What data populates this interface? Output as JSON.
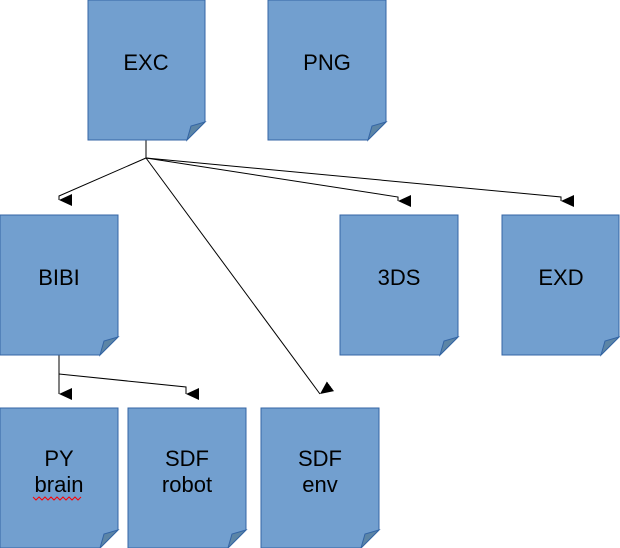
{
  "diagram": {
    "nodes": {
      "exc": {
        "lines": [
          "EXC"
        ]
      },
      "png": {
        "lines": [
          "PNG"
        ]
      },
      "bibi": {
        "lines": [
          "BIBI"
        ]
      },
      "threeds": {
        "lines": [
          "3DS"
        ]
      },
      "exd": {
        "lines": [
          "EXD"
        ]
      },
      "py_brain": {
        "lines": [
          "PY",
          "brain"
        ]
      },
      "sdf_robot": {
        "lines": [
          "SDF",
          "robot"
        ]
      },
      "sdf_env": {
        "lines": [
          "SDF",
          "env"
        ]
      }
    },
    "edges": [
      {
        "from": "exc",
        "to": "bibi"
      },
      {
        "from": "exc",
        "to": "sdf_env"
      },
      {
        "from": "exc",
        "to": "threeds"
      },
      {
        "from": "exc",
        "to": "exd"
      },
      {
        "from": "bibi",
        "to": "py_brain"
      },
      {
        "from": "bibi",
        "to": "sdf_robot"
      }
    ],
    "colors": {
      "node_fill": "#729fcf",
      "node_border": "#3465a4",
      "fold_fill": "#5c85a6",
      "connector": "#000000",
      "spellcheck_underline": "#ff0000"
    }
  }
}
